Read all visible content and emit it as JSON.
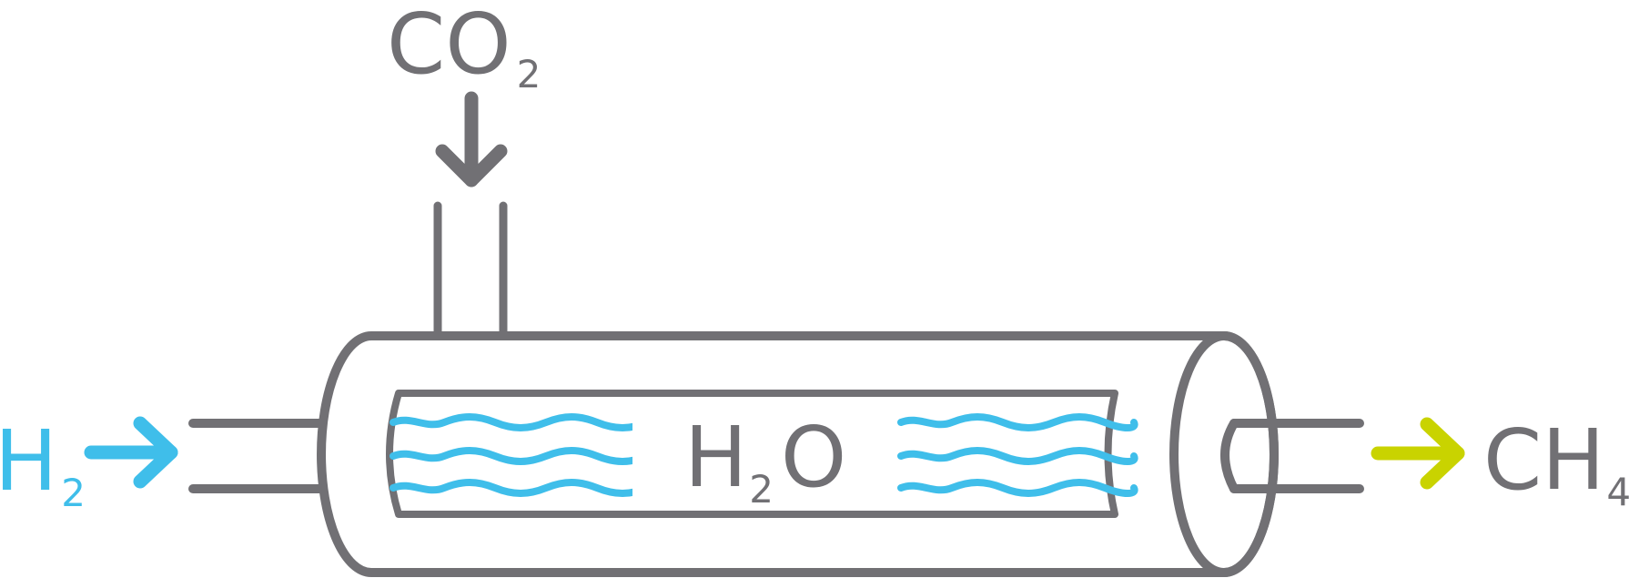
{
  "labels": {
    "co2": {
      "main": "CO",
      "sub": "2"
    },
    "h2": {
      "main": "H",
      "sub": "2"
    },
    "h2o": {
      "main": "H",
      "sub": "2",
      "tail": "O"
    },
    "ch4": {
      "main": "CH",
      "sub": "4"
    }
  },
  "colors": {
    "structure": "#717074",
    "hydrogen": "#3fbeea",
    "methane": "#c9d300",
    "water_waves": "#3fbeea",
    "background": "#ffffff"
  },
  "icons": {
    "co2_inlet_arrow": "arrow-down-icon",
    "h2_inlet_arrow": "arrow-right-icon",
    "ch4_outlet_arrow": "arrow-right-icon"
  }
}
